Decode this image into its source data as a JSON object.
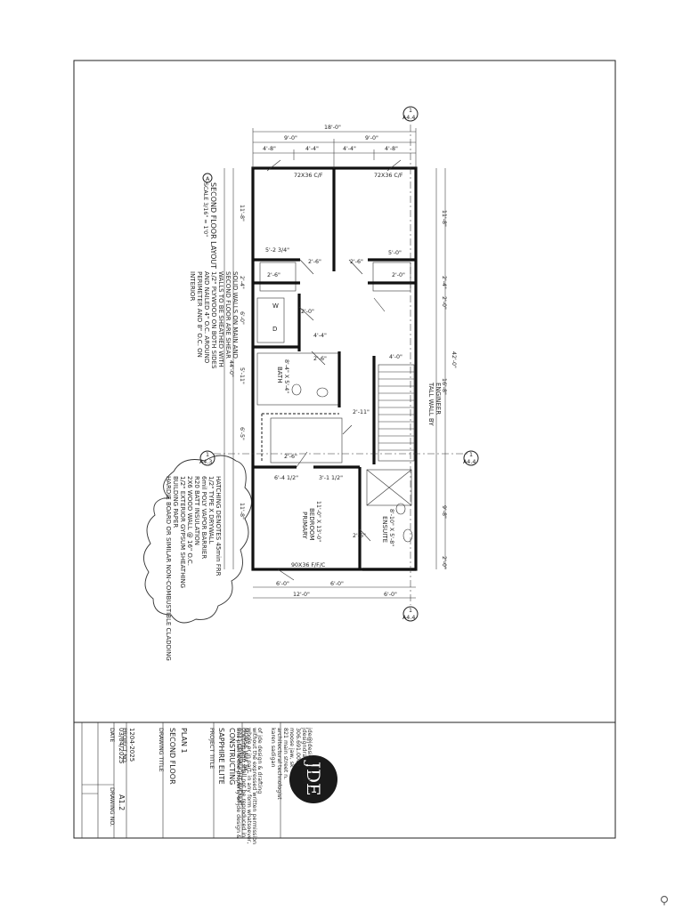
{
  "layout_title": "SECOND FLOOR LAYOUT",
  "layout_scale": "SCALE 3/16\" = 1'0\"",
  "layout_ref": "A",
  "shear_note": [
    "SOLID WALLS ON MAIN AND",
    "SECOND FLOOR ARE SHEAR",
    "WALLS TO BE SHEATHED WITH",
    "1/2\" PLYWOOD ON BOTH SIDES",
    "AND NAILED 4\" O.C. AROUND",
    "PERIMETER AND 8\" O.C. ON",
    "INTERIOR"
  ],
  "fire_note": [
    "HATCHING DENOTES 45min FRR",
    "1/2\" TYPE X DRYWALL",
    "6mil POLY VAPOR BARRIER",
    "R20 BATT INSULATION",
    "2X6 WOOD WALL @ 16\" O.C.",
    "1/2\" EXTERIOR GYPSUM SHEATHING",
    "BUILDING PAPER",
    "HARDIE BOARD OR SIMILAR NON-COMBUSTIBLE CLADDING"
  ],
  "tall_wall_note": [
    "TALL WALL BY",
    "ENGINEER"
  ],
  "rooms": {
    "bath_label": "BATH",
    "bath_size": "8'-4\" X 5'-4\"",
    "primary_label": "PRIMARY",
    "primary_label2": "BEDROOM",
    "primary_size": "11'-0\" X 13'-0\"",
    "ensuite_label": "ENSUITE",
    "ensuite_size": "8'-10\" X 5'-8\"",
    "washer": "W",
    "dryer": "D"
  },
  "closets": {
    "closet_left": "72X36 C/F",
    "closet_right": "72X36 C/F",
    "closet_bottom": "90X36 F/F/C"
  },
  "dims_top": {
    "overall": "18'-0\"",
    "half_left": "9'-0\"",
    "half_right": "9'-0\"",
    "q1": "4'-8\"",
    "q2": "4'-4\"",
    "q3": "4'-4\"",
    "q4": "4'-8\""
  },
  "dims_left": [
    "11'-8\"",
    "2'-4\"",
    "6'-0\"",
    "5'-11\"",
    "6'-5\"",
    "11'-8\""
  ],
  "dims_left_total": "44'-0\"",
  "dims_right": [
    "11'-8\"",
    "2'-4\"",
    "2'-0\"",
    "16'-8\"",
    "9'-8\"",
    "2'-0\""
  ],
  "dims_right_total": "42'-0\"",
  "dims_bottom": {
    "a": "6'-0\"",
    "b": "6'-0\"",
    "c": "12'-0\"",
    "d": "6'-0\""
  },
  "dims_interior": {
    "d1": "5'-2 3/4\"",
    "d2": "5'-0\"",
    "d3": "4'-4\"",
    "d4": "2'-11\"",
    "d5": "6'-4 1/2\"",
    "d6": "3'-1 1/2\"",
    "d7": "4'-0\"",
    "d8": "2'-6\"",
    "d9": "2'-6\"",
    "d10": "2'-6\"",
    "d11": "2'-6\"",
    "d12": "2'-6\"",
    "d13": "2'-6\"",
    "d14": "2'-0\"",
    "d15": "2'-0\""
  },
  "section_markers": {
    "top_num": "1",
    "top_sheet": "A4.4",
    "left_num": "1",
    "left_sheet": "A4.3",
    "right_num": "1",
    "right_sheet": "A4.4",
    "bottom_num": "1",
    "bottom_sheet": "A4.4"
  },
  "title_block": {
    "logo": "JDE",
    "designer_lines": [
      "karen sadigan",
      "architectural technologist",
      "821 main street n.",
      "moose jaw, sk",
      "306.691.0064",
      "jdesigndrafting.com"
    ],
    "designer_email": "jde@jdesigndrafting.com",
    "copyright_lines": [
      "this plan is the property of jde design &",
      "drafting and shall not be reproduced in",
      "whole or in part, in any form whatsoever,",
      "without the expressed written permission",
      "of jde design & drafting"
    ],
    "project_title_label": "PROJECT TITLE",
    "project_title_1": "SAPPHIRE ELITE",
    "project_title_2": "CONSTRUCTING",
    "project_address_1": "1331 CONNAUGHT AVENUE",
    "project_address_2": "MOOSE JAW, SK",
    "drawing_title_label": "DRAWING TITLE",
    "drawing_title_1": "SECOND FLOOR",
    "drawing_title_2": "PLAN 1",
    "project_no_label": "PROJECT NO.",
    "project_no": "1204-2025",
    "date_label": "DATE",
    "date": "03/04/2025",
    "drawing_no_label": "DRAWING NO.",
    "drawing_no": "A1.2"
  }
}
